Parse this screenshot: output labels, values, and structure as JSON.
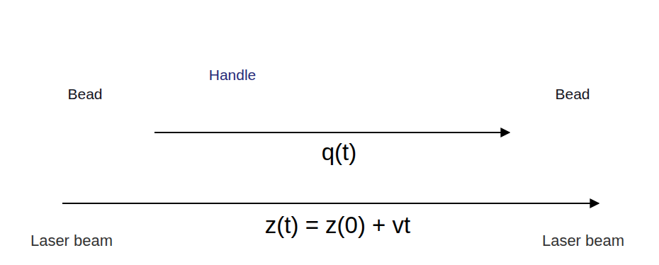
{
  "diagram": {
    "nodes": [
      {
        "text": [
          "Laser beam"
        ]
      },
      {
        "text": [
          "Bead"
        ],
        "in": 0
      },
      {
        "text": [
          "Laser beam"
        ]
      },
      {
        "text": [
          "Bead"
        ],
        "in": 2
      }
    ],
    "edges": [
      {
        "from": 1,
        "to": 3,
        "arrow": "to",
        "label": "q(t)"
      },
      {
        "from": 0,
        "to": 2,
        "arrow": "to",
        "label": "z(t) = z(0) + vt"
      }
    ],
    "labels": [
      "Handle"
    ]
  }
}
